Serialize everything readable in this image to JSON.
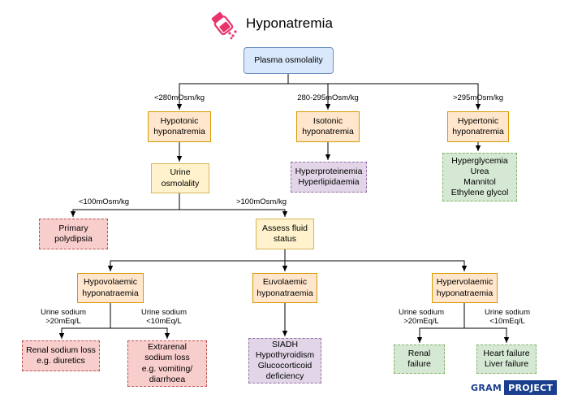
{
  "title": "Hyponatremia",
  "title_icon": "salt-shaker-icon",
  "brand": {
    "part1": "GRAM",
    "part2": "PROJECT"
  },
  "colors": {
    "blue_fill": "#dae8fc",
    "blue_border": "#6c8ebf",
    "orange_fill": "#ffe6cc",
    "orange_border": "#d79b00",
    "yellow_fill": "#fff2cc",
    "yellow_border": "#d6b656",
    "red_fill": "#f8cecc",
    "red_border": "#b85450",
    "purple_fill": "#e1d5e7",
    "purple_border": "#9673a6",
    "green_fill": "#d5e8d4",
    "green_border": "#82b366",
    "icon_pink": "#e8336b",
    "brand_blue": "#1a3f8f"
  },
  "nodes": {
    "plasma_osmolality": "Plasma osmolality",
    "hypotonic": "Hypotonic\nhyponatremia",
    "isotonic": "Isotonic\nhyponatremia",
    "hypertonic": "Hypertonic\nhyponatremia",
    "urine_osmolality": "Urine\nosmolality",
    "iso_causes": "Hyperproteinemia\nHyperlipidaemia",
    "hyper_causes": "Hyperglycemia\nUrea\nMannitol\nEthylene glycol",
    "primary_polydipsia": "Primary\npolydipsia",
    "assess_fluid": "Assess fluid\nstatus",
    "hypovolaemic": "Hypovolaemic\nhyponatraemia",
    "euvolaemic": "Euvolaemic\nhyponatraemia",
    "hypervolaemic": "Hypervolaemic\nhyponatraemia",
    "renal_sodium_loss": "Renal sodium loss\ne.g. diuretics",
    "extrarenal_sodium_loss": "Extrarenal\nsodium loss\ne.g. vomiting/\ndiarrhoea",
    "euvolaemic_causes": "SIADH\nHypothyroidism\nGlucocorticoid\ndeficiency",
    "renal_failure": "Renal failure",
    "heart_liver_failure": "Heart failure\nLiver failure"
  },
  "edge_labels": {
    "lt280": "<280mOsm/kg",
    "iso_range": "280-295mOsm/kg",
    "gt295": ">295mOsm/kg",
    "lt100": "<100mOsm/kg",
    "gt100": ">100mOsm/kg",
    "hypo_gt20": "Urine sodium\n>20mEq/L",
    "hypo_lt10": "Urine sodium\n<10mEq/L",
    "hyper_gt20": "Urine sodium\n>20mEq/L",
    "hyper_lt10": "Urine sodium\n<10mEq/L"
  }
}
